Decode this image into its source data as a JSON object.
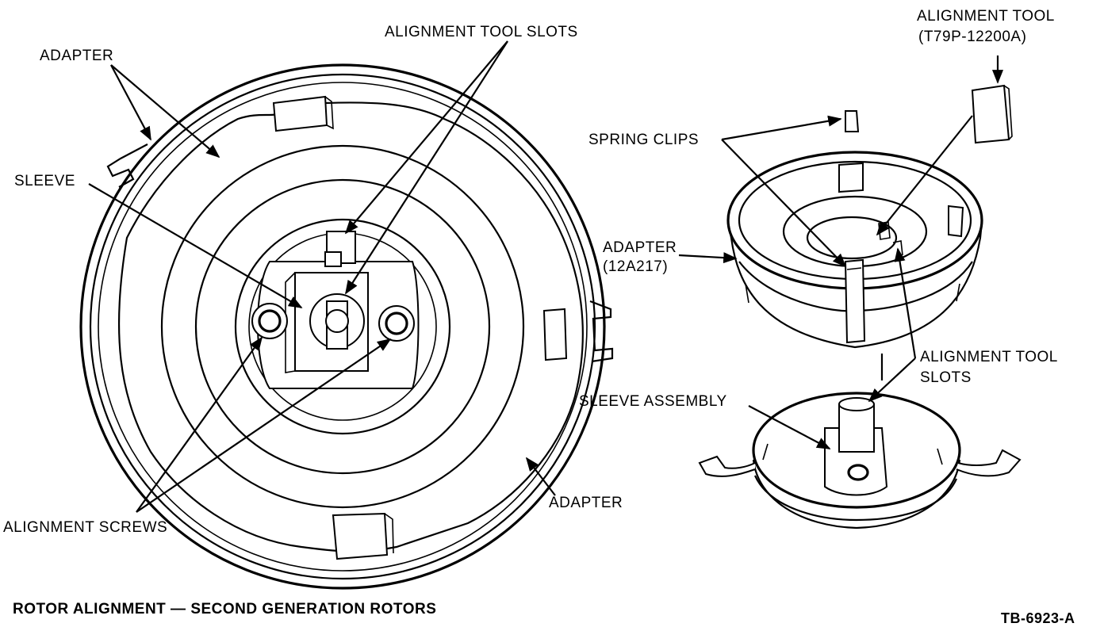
{
  "labels": {
    "alignment_tool_slots_top": "ALIGNMENT TOOL SLOTS",
    "adapter_top_left": "ADAPTER",
    "sleeve": "SLEEVE",
    "alignment_screws": "ALIGNMENT SCREWS",
    "adapter_bottom_left": "ADAPTER",
    "alignment_tool": "ALIGNMENT TOOL",
    "alignment_tool_part": "(T79P-12200A)",
    "spring_clips": "SPRING CLIPS",
    "adapter_right": "ADAPTER",
    "adapter_right_part": "(12A217)",
    "alignment_tool_slots_right_1": "ALIGNMENT TOOL",
    "alignment_tool_slots_right_2": "SLOTS",
    "sleeve_assembly": "SLEEVE ASSEMBLY"
  },
  "caption": "ROTOR ALIGNMENT — SECOND GENERATION ROTORS",
  "figure_id": "TB-6923-A"
}
